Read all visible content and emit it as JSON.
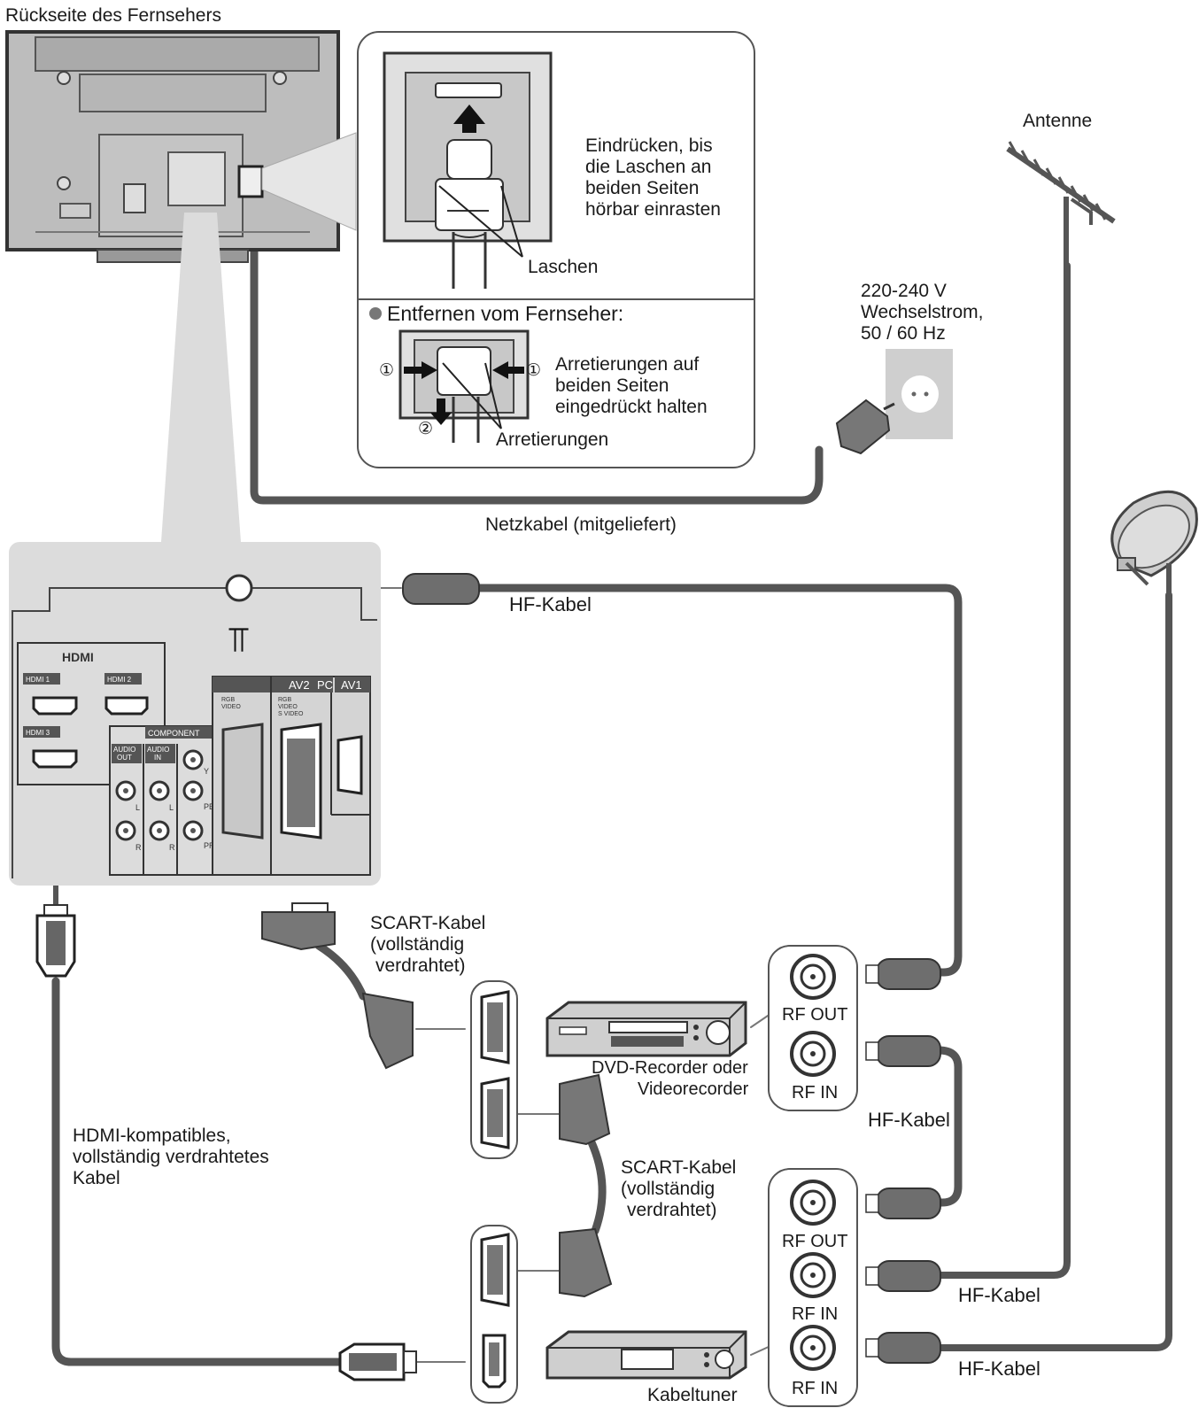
{
  "tv_back_label": "Rückseite des Fernsehers",
  "inset": {
    "instruction": [
      "Eindrücken, bis",
      "die Laschen an",
      "beiden Seiten",
      "hörbar einrasten"
    ],
    "tabs_label": "Laschen",
    "remove_heading": "Entfernen vom Fernseher:",
    "remove_instruction": [
      "Arretierungen auf",
      "beiden Seiten",
      "eingedrückt halten"
    ],
    "locks_label": "Arretierungen",
    "step_1": "①",
    "step_2": "②"
  },
  "antenna_label": "Antenne",
  "mains": [
    "220-240 V",
    "Wechselstrom,",
    "50 / 60 Hz"
  ],
  "power_cable_label": "Netzkabel (mitgeliefert)",
  "hf_cable_label": "HF-Kabel",
  "panel": {
    "hdmi_logo": "HDMI",
    "hdmi1": "HDMI 1",
    "hdmi2": "HDMI 2",
    "hdmi3": "HDMI 3",
    "component": "COMPONENT",
    "audio_out": [
      "AUDIO",
      "OUT"
    ],
    "audio_in": [
      "AUDIO",
      "IN"
    ],
    "av2": "AV2",
    "pc": "PC",
    "av1": "AV1",
    "rgb_video": [
      "RGB",
      "VIDEO"
    ],
    "rgb_video_svideo": [
      "RGB",
      "VIDEO",
      "S VIDEO"
    ],
    "ch_y": "Y",
    "ch_pb": "PB",
    "ch_pr": "PR",
    "ch_l": "L",
    "ch_r": "R"
  },
  "scart_cable_label": [
    "SCART-Kabel",
    "(vollständig",
    "verdrahtet)"
  ],
  "dvd_label": [
    "DVD-Recorder oder",
    "Videorecorder"
  ],
  "rf_out": "RF OUT",
  "rf_in": "RF IN",
  "hdmi_cable_label": [
    "HDMI-kompatibles,",
    "vollständig verdrahtetes",
    "Kabel"
  ],
  "cable_tuner_label": "Kabeltuner",
  "colors": {
    "ink": "#1a1a1a",
    "cable": "#555555",
    "panel": "#dcdcdc",
    "tv_body": "#bdbdbd",
    "connector": "#6e6e6e"
  }
}
